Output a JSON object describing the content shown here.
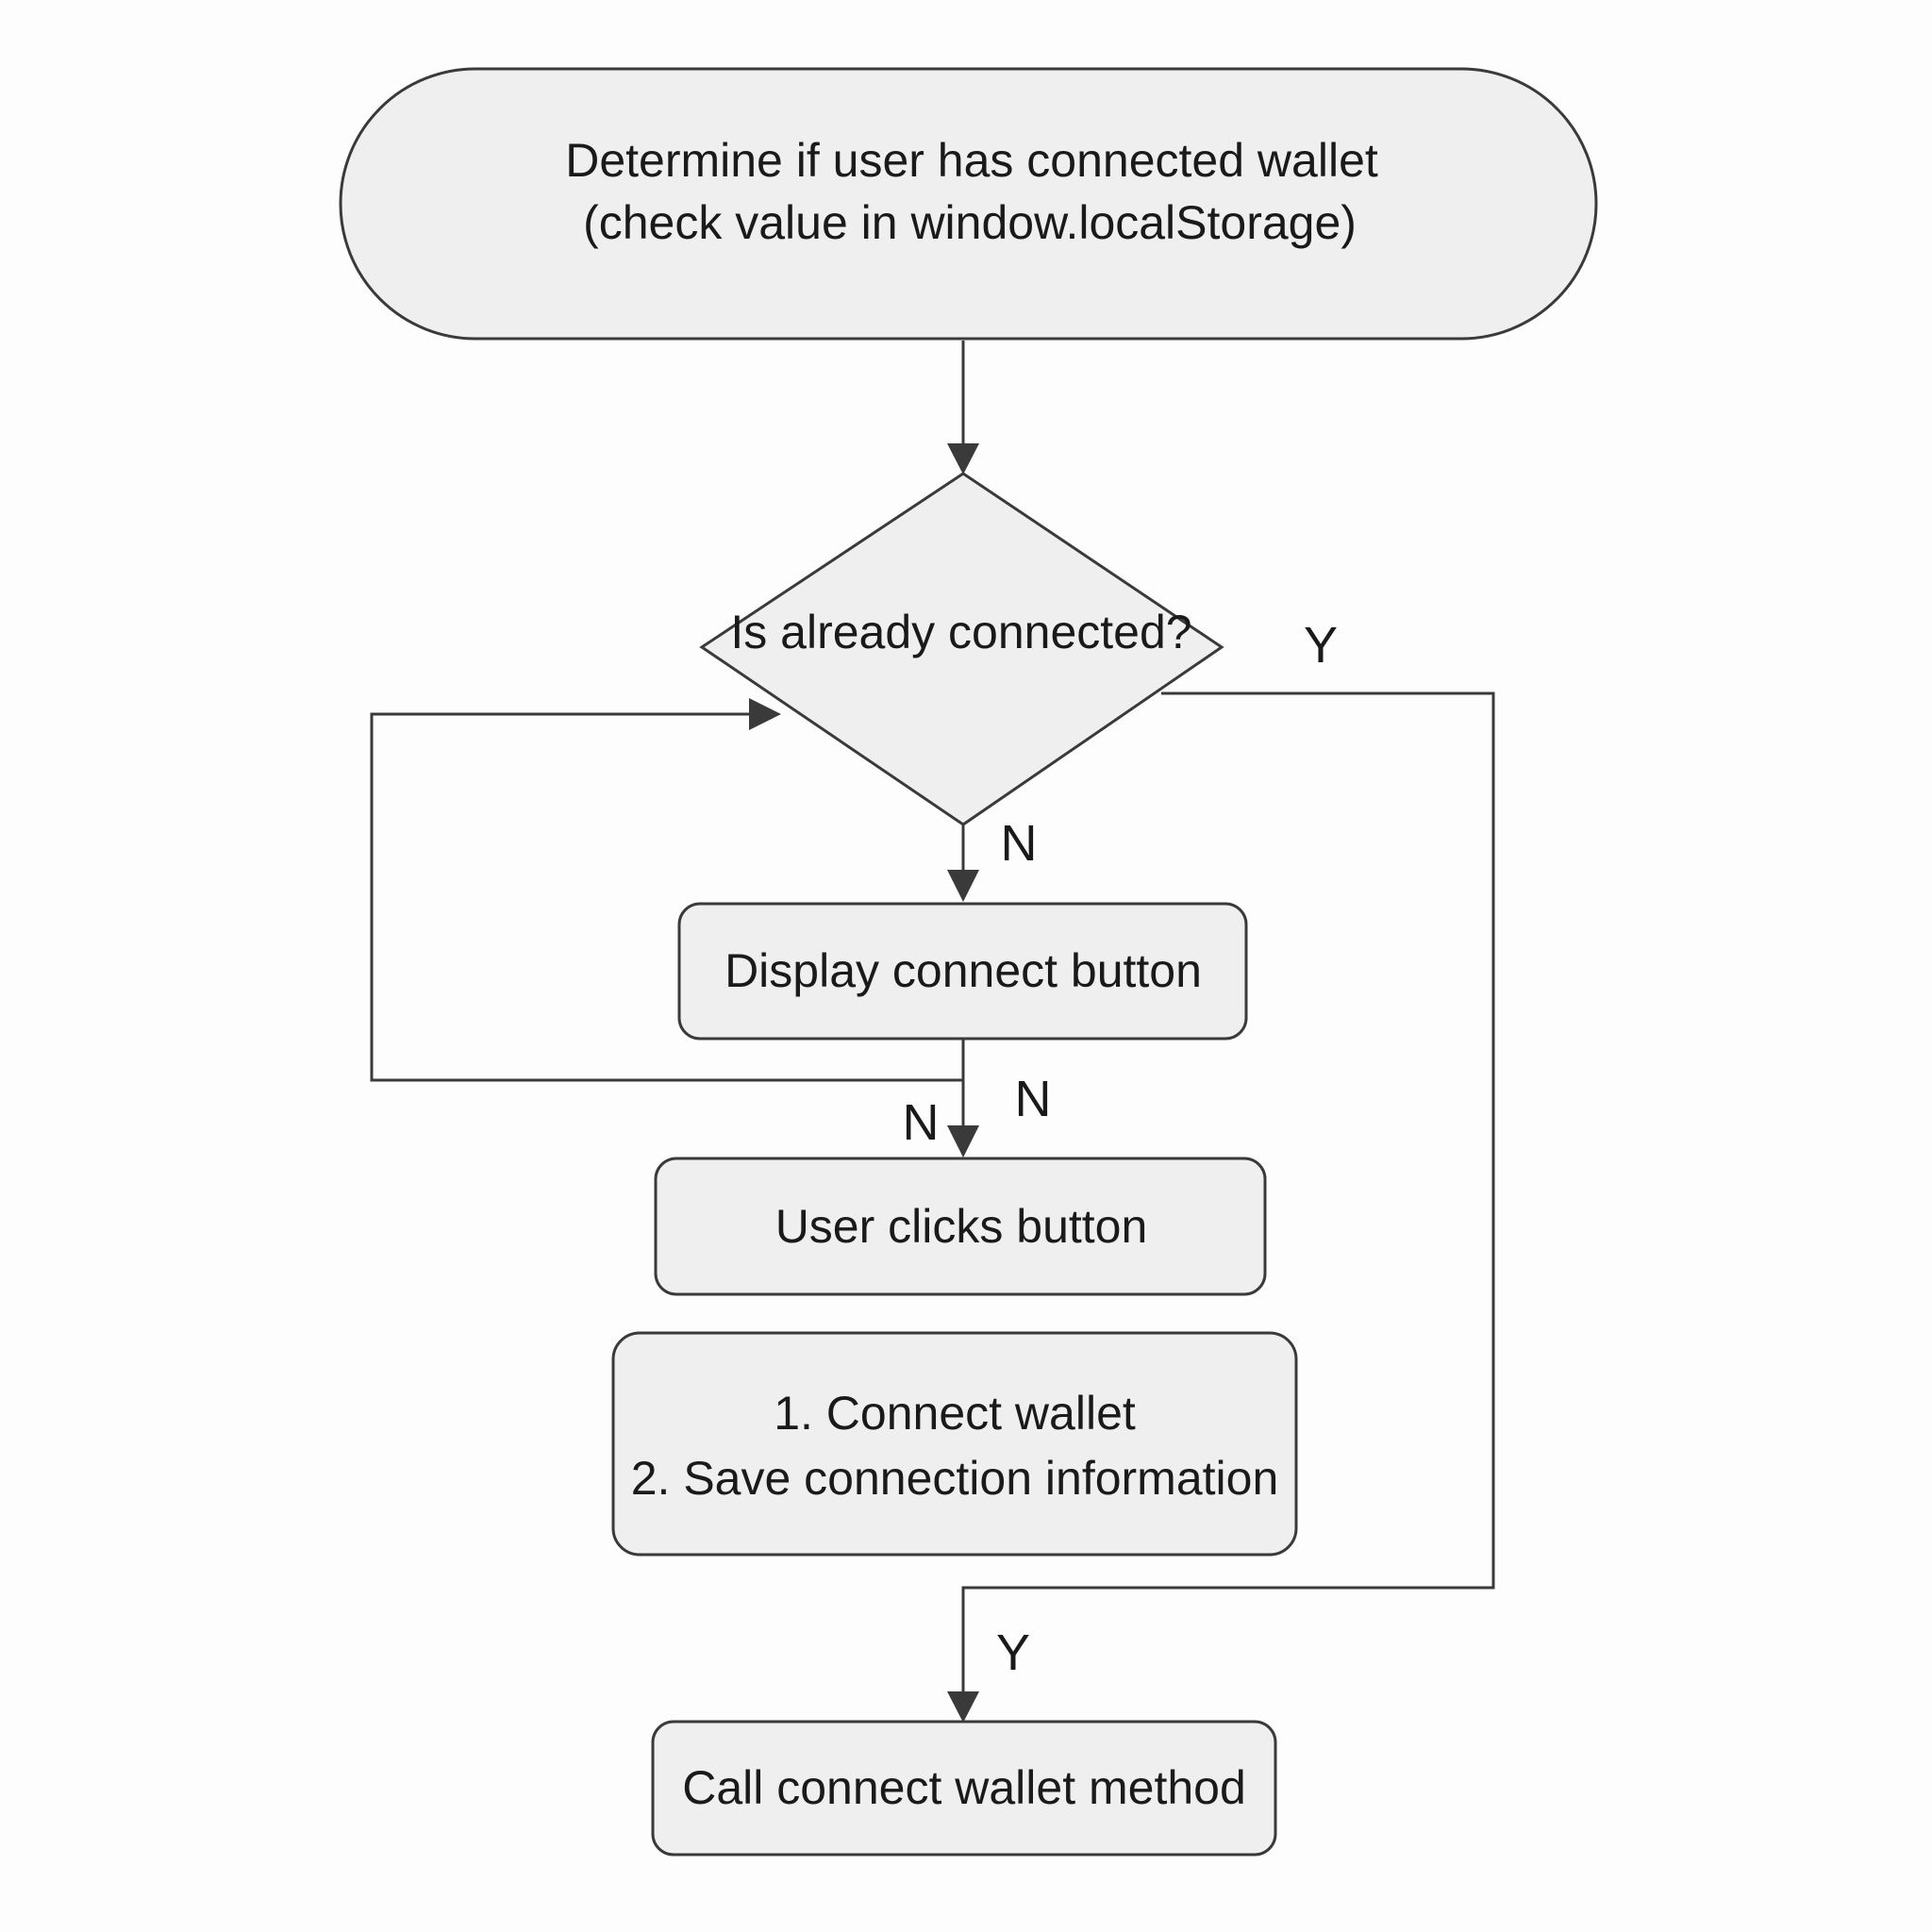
{
  "nodes": {
    "start": {
      "line1": "Determine if user has connected wallet",
      "line2": "(check value in window.localStorage)"
    },
    "decision": {
      "text": "Is already connected?"
    },
    "display_button": {
      "text": "Display connect button"
    },
    "user_clicks": {
      "text": "User clicks button"
    },
    "connect_save": {
      "line1": "1. Connect wallet",
      "line2": "2. Save connection information"
    },
    "call_method": {
      "text": "Call connect wallet method"
    }
  },
  "edge_labels": {
    "decision_yes": "Y",
    "decision_no": "N",
    "display_no_right": "N",
    "display_no_left": "N",
    "to_call_yes": "Y"
  }
}
